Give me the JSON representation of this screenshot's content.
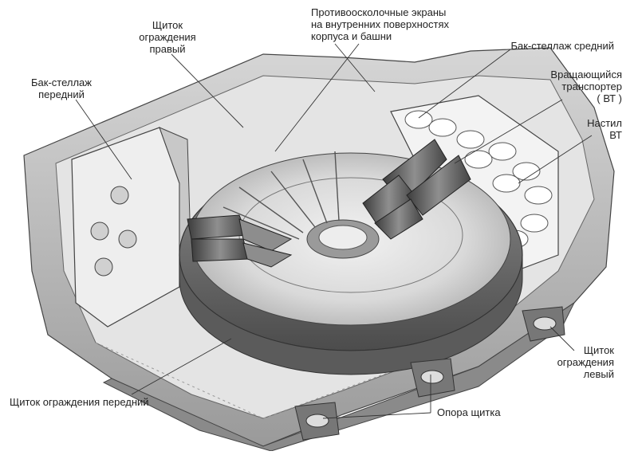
{
  "labels": {
    "front_tank_rack": "Бак-стеллаж\nпередний",
    "right_guard": "Щиток\nограждения\nправый",
    "spall_screens": "Противоосколочные экраны\nна внутренних поверхностях\nкорпуса и башни",
    "middle_tank_rack": "Бак-стеллаж средний",
    "rotating_conveyor": "Вращающийся\nтранспортер\n( ВТ )",
    "conveyor_floor": "Настил\nВТ",
    "left_guard": "Щиток\nограждения\nлевый",
    "front_guard": "Щиток ограждения передний",
    "guard_support": "Опора щитка"
  },
  "colors": {
    "ink": "#222222",
    "hull_light": "#e6e6e6",
    "hull_mid": "#bdbdbd",
    "hull_dark": "#7a7a7a",
    "metal_dark": "#4a4a4a"
  }
}
